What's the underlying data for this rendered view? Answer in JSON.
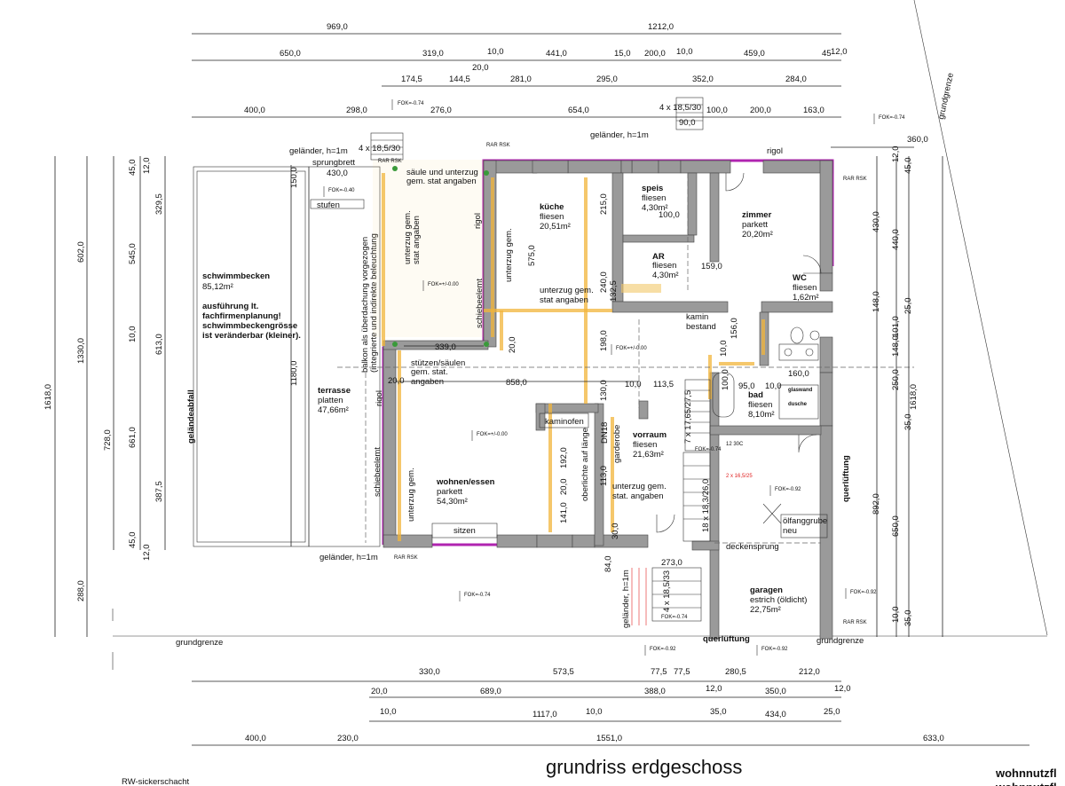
{
  "title": "grundriss erdgeschoss",
  "cutoff_label_1": "wohnnutzfl",
  "cutoff_label_2": "wohnnutzfl",
  "rw_label": "RW-sickerschacht",
  "grundgrenze": "grundgrenze",
  "gelaendeabfall": "geländeabfall",
  "rooms": {
    "kueche": {
      "name": "küche",
      "floor": "fliesen",
      "area": "20,51m²"
    },
    "speis": {
      "name": "speis",
      "floor": "fliesen",
      "area": "4,30m²"
    },
    "ar": {
      "name": "AR",
      "floor": "fliesen",
      "area": "4,30m²"
    },
    "zimmer": {
      "name": "zimmer",
      "floor": "parkett",
      "area": "20,20m²"
    },
    "wc": {
      "name": "WC",
      "floor": "fliesen",
      "area": "1,62m²"
    },
    "bad": {
      "name": "bad",
      "floor": "fliesen",
      "area": "8,10m²"
    },
    "vorraum": {
      "name": "vorraum",
      "floor": "fliesen",
      "area": "21,63m²"
    },
    "wohnen": {
      "name": "wohnen/essen",
      "floor": "parkett",
      "area": "54,30m²"
    },
    "terrasse": {
      "name": "terrasse",
      "floor": "platten",
      "area": "47,66m²"
    },
    "garagen": {
      "name": "garagen",
      "floor": "estrich (öldicht)",
      "area": "22,75m²"
    },
    "schwimmbecken": {
      "name": "schwimmbecken",
      "area": "85,12m²",
      "note1": "ausführung lt.",
      "note2": "fachfirmenplanung!",
      "note3": "schwimmbeckengrösse",
      "note4": "ist veränderbar (kleiner)."
    }
  },
  "notes": {
    "gelaender_top_left": "geländer, h=1m",
    "gelaender_top": "geländer, h=1m",
    "gelaender_bottom": "geländer, h=1m",
    "gelaender_vert": "geländer, h=1m",
    "sprungbrett": "sprungbrett",
    "sprungbrett_dim": "430,0",
    "stufen": "stufen",
    "saeule1": "säule und unterzug",
    "saeule2": "gem. stat angaben",
    "unterzug_vert1": "unterzug gem.",
    "unterzug_vert2": "stat angaben",
    "unterzug_kueche1": "unterzug gem.",
    "unterzug_kueche2": "stat angaben",
    "unterzug_vorraum1": "unterzug gem.",
    "unterzug_vorraum2": "stat. angaben",
    "stuetzen1": "stützen/säulen",
    "stuetzen2": "gem. stat.",
    "stuetzen3": "angaben",
    "balkon1": "balkon als überdachung vorgezogen",
    "balkon2": "(integrierte und indirekte beleuchtung",
    "rigol": "rigol",
    "kamin1": "kamin",
    "kamin2": "bestand",
    "kaminofen": "kaminofen",
    "garderobe": "garderobe",
    "oberlichte": "oberlichte auf länge",
    "sitzen": "sitzen",
    "schiebeelemt": "schiebeelemt",
    "schiebeelemt2": "schiebeelemt",
    "glaswand": "glaswand",
    "dusche": "dusche",
    "querlueftung": "querlüftung",
    "querlueftung2": "querlüftung",
    "oelfanggrube1": "ölfanggrube",
    "oelfanggrube2": "neu",
    "deckensprung": "deckensprung",
    "rar_rsk": "RAR RSK",
    "zx": "2 x 16,5/25",
    "dn18": "DN18",
    "bathtub_dims": "12 30C"
  },
  "dimensions": {
    "top_row1": [
      "969,0",
      "1212,0"
    ],
    "top_row2": [
      "650,0",
      "319,0",
      "10,0",
      "20,0",
      "441,0",
      "15,0",
      "200,0",
      "10,0",
      "459,0",
      "45",
      "12,0"
    ],
    "top_row3": [
      "174,5",
      "144,5",
      "281,0",
      "295,0",
      "352,0",
      "284,0"
    ],
    "top_row4": [
      "400,0",
      "298,0",
      "276,0",
      "654,0",
      "4 x 18,5/30",
      "100,0",
      "90,0",
      "200,0",
      "163,0"
    ],
    "stair_top": "4 x 18,5/30",
    "left_col_outer": "1618,0",
    "left_col1": [
      "602,0",
      "728,0",
      "288,0"
    ],
    "left_col1b": "1330,0",
    "left_col2": [
      "45,0",
      "545,0",
      "10,0",
      "661,0",
      "45,0"
    ],
    "left_col3": [
      "12,0",
      "329,5",
      "613,0",
      "387,5",
      "12,0"
    ],
    "terrasse_h": "1180,0",
    "pool_h": "150,0",
    "right_col1": [
      "430,0",
      "148,0",
      "892,0"
    ],
    "right_col2": [
      "440,0",
      "148,0",
      "250,0",
      "650,0",
      "10,0"
    ],
    "right_col3": [
      "12,0",
      "45,0",
      "101,0",
      "25,0",
      "1618,0",
      "35,0",
      "35,0"
    ],
    "right_top": "360,0",
    "bottom_row1": [
      "330,0",
      "573,5",
      "77,5",
      "77,5",
      "280,5",
      "212,0"
    ],
    "bottom_row2": [
      "20,0",
      "689,0",
      "388,0",
      "12,0",
      "350,0",
      "12,0"
    ],
    "bottom_row3": [
      "10,0",
      "1117,0",
      "10,0",
      "35,0",
      "434,0",
      "25,0"
    ],
    "bottom_row4": [
      "400,0",
      "230,0",
      "1551,0",
      "633,0"
    ],
    "interior": {
      "d339": "339,0",
      "d858": "858,0",
      "d575": "575,0",
      "d215": "215,0",
      "d240": "240,0",
      "d132": "132,5",
      "d198": "198,0",
      "d130": "130,0",
      "d113": "113,0",
      "d192": "192,0",
      "d141": "141,0",
      "d20a": "20,0",
      "d20b": "20,0",
      "d100": "100,0",
      "d159": "159,0",
      "d156": "156,0",
      "d160": "160,0",
      "d95": "95,0",
      "d10a": "10,0",
      "d10b": "10,0",
      "d1135": "113,5",
      "d273": "273,0",
      "d84": "84,0",
      "d30": "30,0",
      "d18x": "18 x 18,3/26,0",
      "d7x": "7 x 17,65/27,5",
      "d4x": "4 x 18,5/33",
      "d10c": "10,0",
      "d20c": "20,0",
      "d100b": "100,0"
    }
  },
  "fok_labels": {
    "a": "FOK=-0.74",
    "b": "FOK=-0.40",
    "c": "FOK=+/-0.00",
    "d": "FOK=+/-0.00",
    "e": "FOK=+/-0.00",
    "f": "FOK=-0.74",
    "g": "FOK=-0.92",
    "h": "FOK=-0.92",
    "i": "FOK=-0.92",
    "j": "FOK=-0.74",
    "k": "FOK=-0.74",
    "l": "FOK=-0.74",
    "m": "FOK=-0.92"
  },
  "colors": {
    "wall": "#9a9a9a",
    "magenta": "#b024b0",
    "beam": "#f2b43a",
    "red": "#e02020"
  }
}
